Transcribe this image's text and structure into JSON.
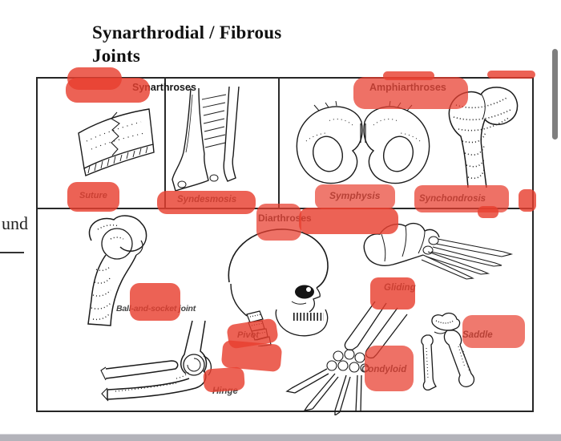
{
  "page": {
    "title_line1": "Synarthrodial / Fibrous",
    "title_line2": "Joints",
    "margin_fragment": "und"
  },
  "figure": {
    "sections": {
      "synarthroses": {
        "heading": "Synarthroses",
        "suture_label": "Suture",
        "syndesmosis_label": "Syndesmosis"
      },
      "amphiarthroses": {
        "heading": "Amphiarthroses",
        "symphysis_label": "Symphysis",
        "synchondrosis_label": "Synchondrosis"
      },
      "diarthroses": {
        "heading": "Diarthroses",
        "ball_label": "Ball-and-socket joint",
        "pivot_label": "Pivot",
        "hinge_label": "Hinge",
        "gliding_label": "Gliding",
        "condyloid_label": "Condyloid",
        "saddle_label": "Saddle"
      }
    }
  },
  "colors": {
    "marker_red": "#e84030",
    "scrollbar_gray": "#7f7f7f",
    "bottom_bar_gray": "#b3b3ba",
    "ink_black": "#1a1a1a"
  }
}
